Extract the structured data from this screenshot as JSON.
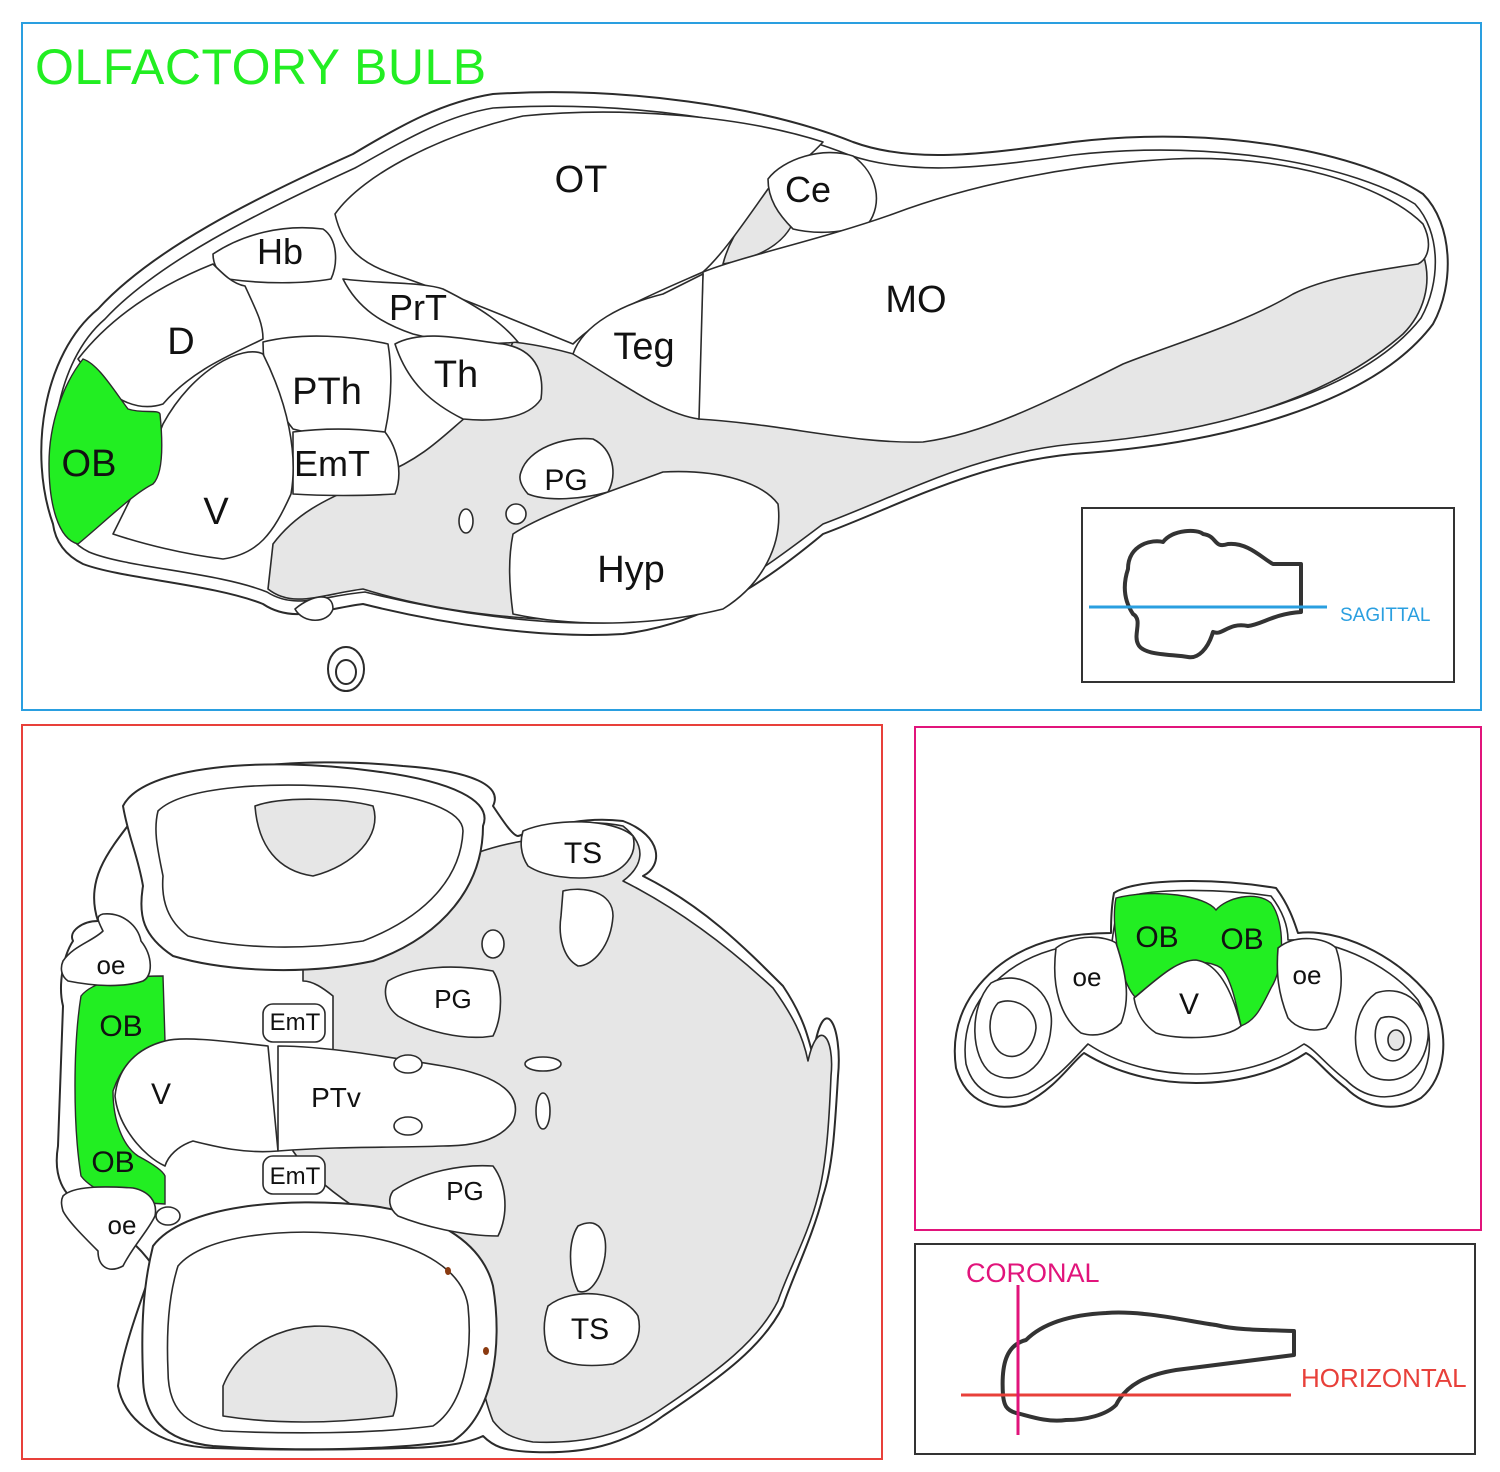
{
  "title": "OLFACTORY BULB",
  "colors": {
    "highlight": "#22ee22",
    "sagittal_frame": "#2a9fe0",
    "horizontal_frame": "#e8403a",
    "coronal_frame": "#e1147b",
    "neuropil_fill": "#e6e6e6"
  },
  "sagittal": {
    "labels": {
      "ot": "OT",
      "ce": "Ce",
      "hb": "Hb",
      "prt": "PrT",
      "mo": "MO",
      "d": "D",
      "teg": "Teg",
      "th": "Th",
      "pth": "PTh",
      "ob": "OB",
      "emt": "EmT",
      "pg": "PG",
      "v": "V",
      "hyp": "Hyp"
    },
    "highlighted_region": "OB"
  },
  "key_sagittal": {
    "plane": "SAGITTAL"
  },
  "horizontal": {
    "labels": {
      "ts_top": "TS",
      "ts_bottom": "TS",
      "oe_top": "oe",
      "oe_bottom": "oe",
      "ob_top": "OB",
      "ob_bottom": "OB",
      "emt_top": "EmT",
      "emt_bottom": "EmT",
      "pg_top": "PG",
      "pg_bottom": "PG",
      "v": "V",
      "ptv": "PTv"
    }
  },
  "coronal": {
    "labels": {
      "ob_left": "OB",
      "ob_right": "OB",
      "oe_left": "oe",
      "oe_right": "oe",
      "v": "V"
    }
  },
  "key_lower": {
    "plane_coronal": "CORONAL",
    "plane_horizontal": "HORIZONTAL"
  }
}
